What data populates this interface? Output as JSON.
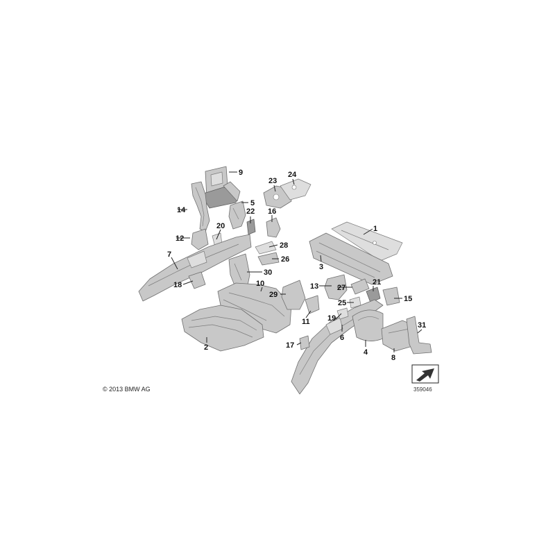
{
  "copyright": "© 2013 BMW AG",
  "diagram_id": "359046",
  "callouts": [
    "1",
    "2",
    "3",
    "4",
    "5",
    "6",
    "7",
    "8",
    "9",
    "10",
    "11",
    "12",
    "13",
    "14",
    "15",
    "16",
    "17",
    "18",
    "19",
    "20",
    "21",
    "22",
    "23",
    "24",
    "25",
    "26",
    "27",
    "28",
    "29",
    "30",
    "31"
  ]
}
